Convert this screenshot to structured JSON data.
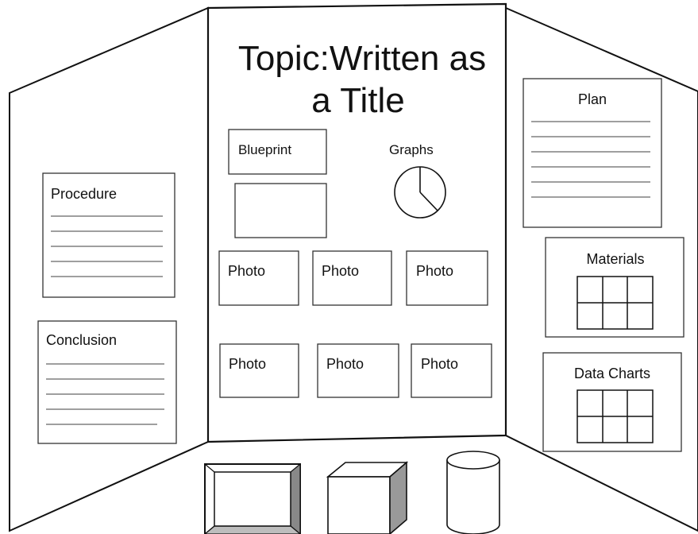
{
  "title_line1": "Topic:Written as",
  "title_line2": "a Title",
  "labels": {
    "blueprint": "Blueprint",
    "graphs": "Graphs",
    "procedure": "Procedure",
    "conclusion": "Conclusion",
    "plan": "Plan",
    "materials": "Materials",
    "data_charts": "Data Charts",
    "photo": "Photo"
  },
  "icons": {
    "graphs": "pie-chart-icon",
    "materials": "grid-table-icon",
    "data_charts": "grid-table-icon"
  }
}
